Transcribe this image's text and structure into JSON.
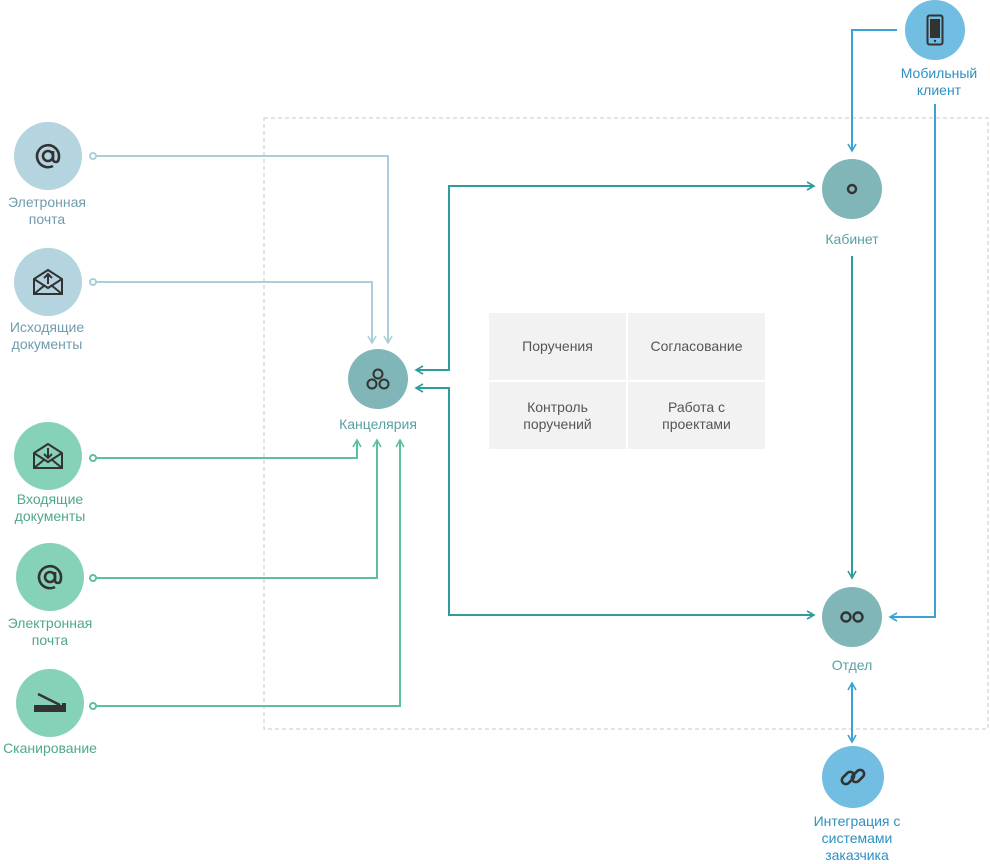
{
  "colors": {
    "light_blue": "#a9cfd9",
    "teal_light": "#5bbfa3",
    "teal_dark": "#2d9c9a",
    "blue": "#3aa3d6",
    "node_light_blue": "#b4d5e0",
    "node_green": "#86d2b9",
    "node_gray_teal": "#80b6b7",
    "node_blue": "#72bde2",
    "label_blue_gray": "#6f9cad",
    "label_green": "#4ea88a",
    "label_teal": "#5aa0a4",
    "label_blue": "#2f8fbf",
    "dashed_border": "#c8c8c8"
  },
  "nodes": {
    "email_out": {
      "icon": "at-icon",
      "label": "Элетронная\nпочта"
    },
    "outgoing_docs": {
      "icon": "envelope-up-icon",
      "label": "Исходящие\nдокументы"
    },
    "incoming_docs": {
      "icon": "envelope-down-icon",
      "label": "Входящие\nдокументы"
    },
    "email_in": {
      "icon": "at-icon",
      "label": "Электронная\nпочта"
    },
    "scanning": {
      "icon": "scanner-icon",
      "label": "Сканирование"
    },
    "chancellery": {
      "icon": "three-circles-icon",
      "label": "Канцелярия"
    },
    "cabinet": {
      "icon": "dot-circle-icon",
      "label": "Кабинет"
    },
    "department": {
      "icon": "two-circles-icon",
      "label": "Отдел"
    },
    "mobile": {
      "icon": "phone-icon",
      "label": "Мобильный\nклиент"
    },
    "integration": {
      "icon": "link-icon",
      "label": "Интеграция с\nсистемами заказчика"
    }
  },
  "features": [
    {
      "label": "Поручения"
    },
    {
      "label": "Согласование"
    },
    {
      "label": "Контроль\nпоручений"
    },
    {
      "label": "Работа с\nпроектами"
    }
  ]
}
